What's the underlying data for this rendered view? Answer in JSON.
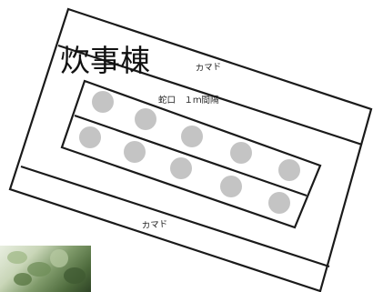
{
  "diagram": {
    "building_name": "炊事棟",
    "stove_label_top": "カマド",
    "stove_label_bottom": "カマド",
    "tap_spacing_label": "蛇口　１ｍ間隔",
    "tap_color": "#c4c4c4",
    "outline_color": "#1a1a1a",
    "tap_count_upper_row": 5,
    "tap_count_lower_row": 5
  },
  "photo": {
    "description_icon": "foliage-photo-icon"
  }
}
